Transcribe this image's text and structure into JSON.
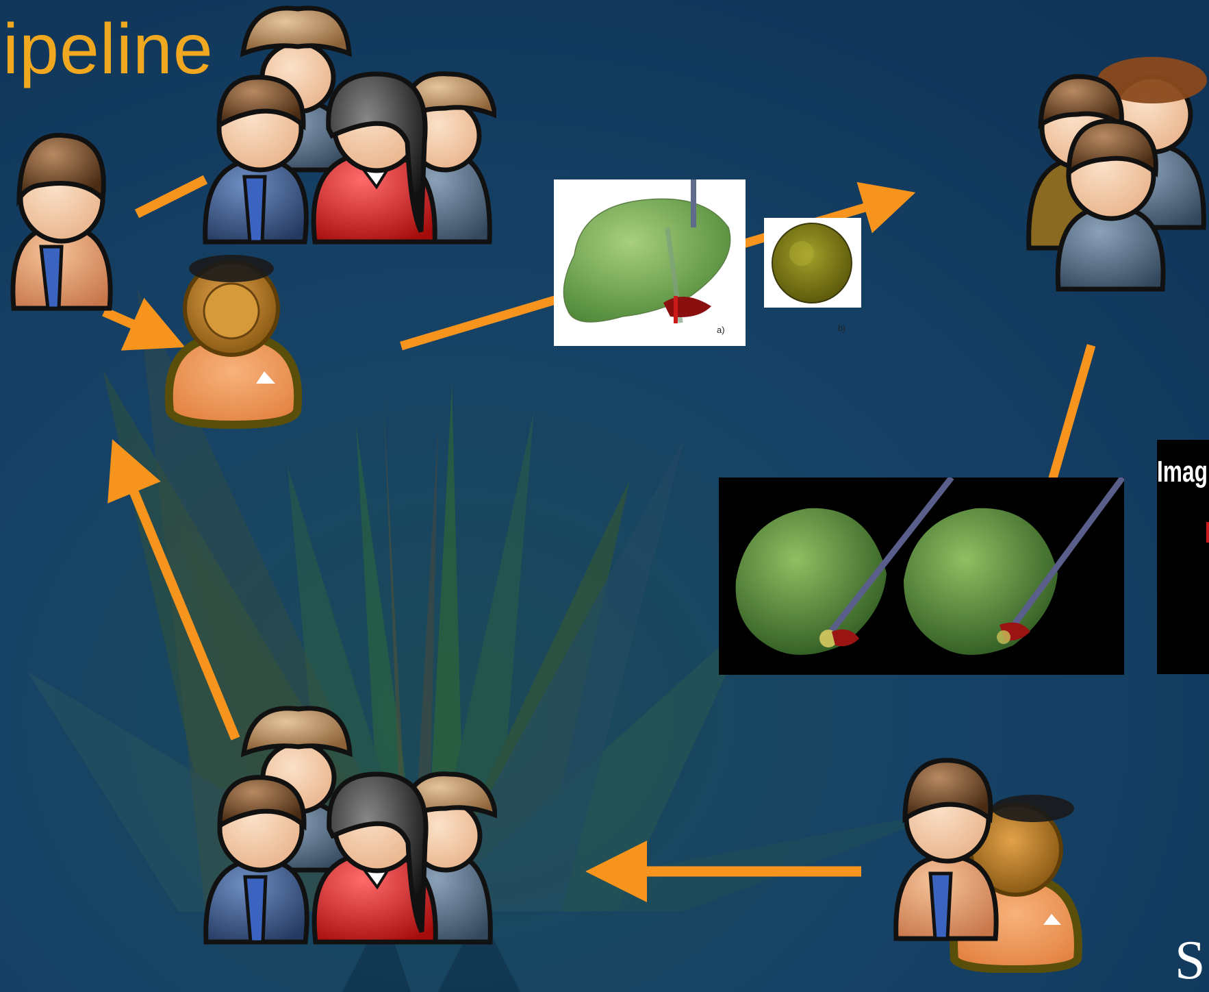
{
  "slide": {
    "title": "ipeline",
    "colors": {
      "title": "#f0a820",
      "arrow": "#f7941d",
      "background": "#123a5a"
    }
  },
  "figures": {
    "liver_needle": {
      "caption": "a)"
    },
    "ablation_zone": {
      "caption": "b)"
    },
    "render_pair": {
      "caption": ""
    },
    "image_panel": {
      "label": "Imag"
    }
  },
  "people": [
    {
      "role": "person-with-tie",
      "icon": "person-icon"
    },
    {
      "role": "team-group",
      "icon": "group-icon"
    },
    {
      "role": "person-generic",
      "icon": "person-icon"
    },
    {
      "role": "team-group-right",
      "icon": "group-icon"
    },
    {
      "role": "team-group-bottom",
      "icon": "group-icon"
    },
    {
      "role": "pair-bottom-right",
      "icon": "group-icon"
    }
  ],
  "logo": {
    "text": "S"
  }
}
